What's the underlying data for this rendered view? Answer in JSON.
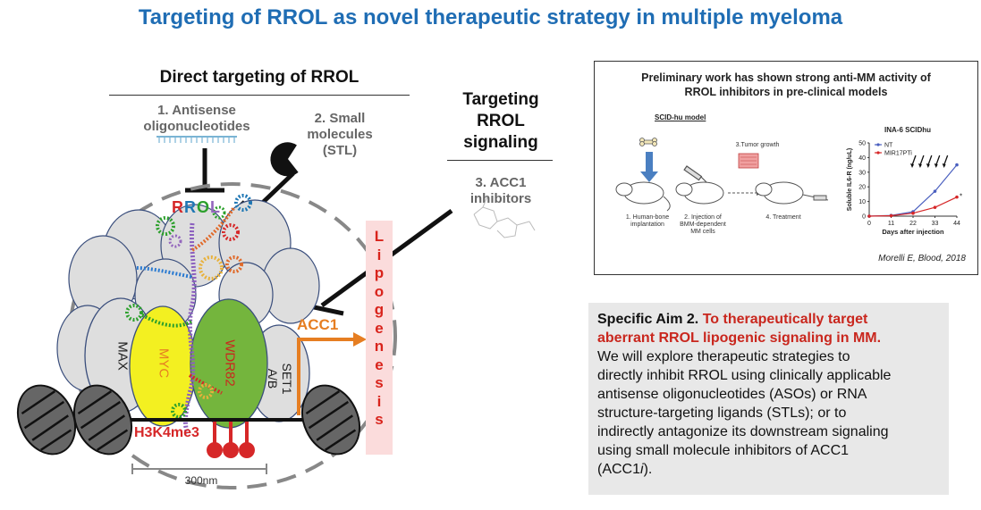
{
  "title": "Targeting of RROL as novel therapeutic strategy in multiple myeloma",
  "direct": {
    "heading": "Direct targeting of RROL",
    "aso_line1": "1. Antisense",
    "aso_line2": "oligonucleotides",
    "sm_line1": "2. Small",
    "sm_line2": "molecules",
    "sm_line3": "(STL)"
  },
  "signaling": {
    "line1": "Targeting",
    "line2": "RROL",
    "line3": "signaling",
    "acc_line1": "3. ACC1",
    "acc_line2": "inhibitors"
  },
  "diagram": {
    "rrol_letters": [
      "R",
      "R",
      "O",
      "L"
    ],
    "rrol_colors": [
      "#d62728",
      "#1f77b4",
      "#2ca02c",
      "#9467bd"
    ],
    "max": "MAX",
    "myc": "MYC",
    "wdr82": "WDR82",
    "set1_line1": "SET1",
    "set1_line2": "A/B",
    "h3k4me3": "H3K4me3",
    "acc1": "ACC1",
    "scale": "300nm",
    "lipogenesis": [
      "L",
      "i",
      "p",
      "o",
      "g",
      "e",
      "n",
      "e",
      "s",
      "i",
      "s"
    ]
  },
  "panel": {
    "title_line1": "Preliminary work has shown strong anti-MM activity of",
    "title_line2": "RROL inhibitors in pre-clinical models",
    "model": "SCID-hu model",
    "step1_line1": "1. Human-bone",
    "step1_line2": "implantation",
    "step2_line1": "2. Injection of",
    "step2_line2": "BMM-dependent",
    "step2_line3": "MM cells",
    "step3": "3.Tumor growth",
    "step4": "4. Treatment",
    "citation": "Morelli E, Blood, 2018"
  },
  "chart_data": {
    "type": "line",
    "title": "INA-6 SCIDhu",
    "xlabel": "Days after injection",
    "ylabel": "Soluble IL6-R (ng/uL)",
    "x": [
      0,
      11,
      22,
      33,
      44
    ],
    "xlim": [
      0,
      44
    ],
    "ylim": [
      0,
      50
    ],
    "yticks": [
      0,
      10,
      20,
      30,
      40,
      50
    ],
    "series": [
      {
        "name": "NT",
        "color": "#4a5fbf",
        "values": [
          0,
          0.5,
          3,
          17,
          35
        ]
      },
      {
        "name": "MIR17PTi",
        "color": "#d62728",
        "values": [
          0,
          0.3,
          2,
          6,
          13
        ]
      }
    ],
    "annotation": "*"
  },
  "aim": {
    "label": "Specific Aim 2.",
    "red_line1": "To therapeutically target",
    "red_line2": "aberrant RROL lipogenic signaling in MM.",
    "body": [
      "We will explore therapeutic strategies to",
      "directly inhibit RROL using clinically applicable",
      "antisense oligonucleotides (ASOs) or RNA",
      "structure-targeting ligands (STLs); or to",
      "indirectly antagonize its downstream signaling",
      "using small molecule inhibitors of ACC1"
    ],
    "last_open": "(ACC1",
    "last_italic": "i",
    "last_close": ")."
  }
}
